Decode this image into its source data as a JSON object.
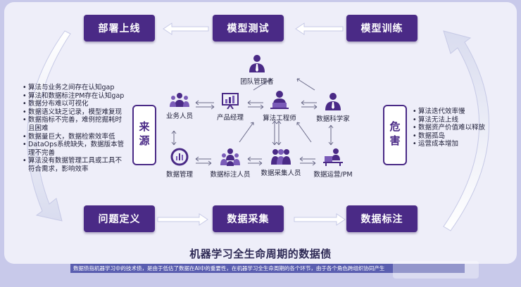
{
  "title": "机器学习全生命周期的数据债",
  "caption": "数据债指机器学习中的技术债，是由于低估了数据在AI中的重要性，在机器学习全生命周期的各个环节，由于各个角色跨组织协同产生",
  "stages": {
    "deploy": "部署上线",
    "test": "模型测试",
    "train": "模型训练",
    "define": "问题定义",
    "collect": "数据采集",
    "label": "数据标注"
  },
  "sources": {
    "heading": "来源",
    "items": [
      "算法与业务之间存在认知gap",
      "算法和数据标注PM存在认知gap",
      "数据分布难以可视化",
      "数据语义缺乏记录，模型难复现",
      "数据指标不完善，难例挖掘耗时且困难",
      "数据量巨大，数据检索效率低",
      "DataOps系统缺失，数据版本管理不完善",
      "算法没有数据管理工具或工具不符合需求，影响效率"
    ]
  },
  "harms": {
    "heading": "危害",
    "items": [
      "算法迭代效率慢",
      "算法无法上线",
      "数据资产价值难以释放",
      "数据孤岛",
      "运营成本增加"
    ]
  },
  "roles": {
    "team_manager": "团队管理者",
    "business": "业务人员",
    "product_manager": "产品经理",
    "algorithm_engineer": "算法工程师",
    "data_scientist": "数据科学家",
    "data_management": "数据管理",
    "data_labeler": "数据标注人员",
    "data_collector": "数据采集人员",
    "data_ops_pm": "数据运营/PM"
  },
  "colors": {
    "primary": "#4a2a86",
    "accent": "#7a5bb8",
    "panel": "#eeeef9",
    "background": "#c8c9ea",
    "caption_bar": "#5a5eb0"
  }
}
